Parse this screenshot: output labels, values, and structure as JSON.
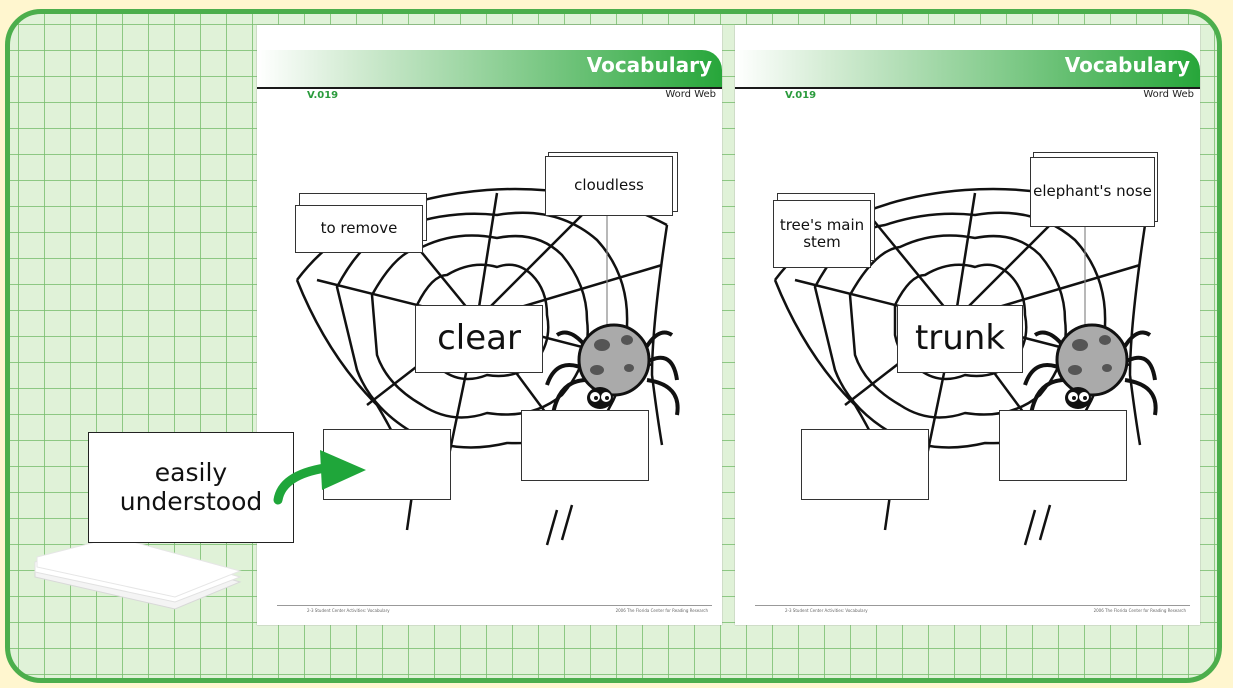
{
  "pages": [
    {
      "banner": "Vocabulary",
      "code": "V.019",
      "subtitle": "Word Web",
      "center_word": "clear",
      "cards": [
        "to remove",
        "cloudless",
        "",
        ""
      ],
      "footer_left": "2-3 Student Center Activities: Vocabulary",
      "footer_right": "2006 The Florida Center for Reading Research"
    },
    {
      "banner": "Vocabulary",
      "code": "V.019",
      "subtitle": "Word Web",
      "center_word": "trunk",
      "cards": [
        "tree's main stem",
        "elephant's nose",
        "",
        ""
      ],
      "footer_left": "2-3 Student Center Activities: Vocabulary",
      "footer_right": "2006 The Florida Center for Reading Research"
    }
  ],
  "loose_card": "easily understood",
  "colors": {
    "frame_green": "#4CAE4C",
    "grid_bg": "#E0F2D8",
    "banner_green": "#27A63A",
    "outer_bg": "#FFF6CF",
    "arrow_green": "#1FA63A"
  }
}
